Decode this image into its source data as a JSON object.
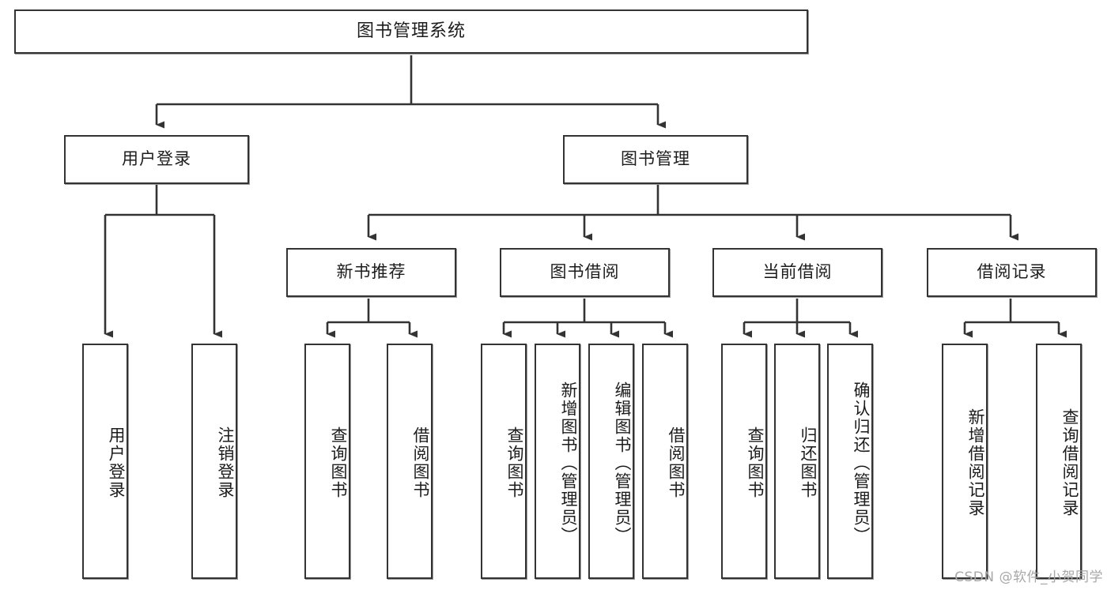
{
  "diagram": {
    "title": "图书管理系统",
    "type": "tree-hierarchy",
    "root": {
      "label": "图书管理系统"
    },
    "level2": [
      {
        "label": "用户登录"
      },
      {
        "label": "图书管理"
      }
    ],
    "level3": [
      {
        "label": "新书推荐"
      },
      {
        "label": "图书借阅"
      },
      {
        "label": "当前借阅"
      },
      {
        "label": "借阅记录"
      }
    ],
    "leaves": {
      "user_login": [
        {
          "label": "用户登录"
        },
        {
          "label": "注销登录"
        }
      ],
      "new_book_recommend": [
        {
          "label": "查询图书"
        },
        {
          "label": "借阅图书"
        }
      ],
      "book_borrow": [
        {
          "label": "查询图书"
        },
        {
          "label": "新增图书（管理员）"
        },
        {
          "label": "编辑图书（管理员）"
        },
        {
          "label": "借阅图书"
        }
      ],
      "current_borrow": [
        {
          "label": "查询图书"
        },
        {
          "label": "归还图书"
        },
        {
          "label": "确认归还（管理员）"
        }
      ],
      "borrow_record": [
        {
          "label": "新增借阅记录"
        },
        {
          "label": "查询借阅记录"
        }
      ]
    }
  },
  "watermark": {
    "text": "CSDN @软件_小贺同学"
  },
  "colors": {
    "border": "#333333",
    "background": "#ffffff",
    "text": "#1c1c1c",
    "watermark": "#a8a8a8",
    "shadow": "#9a9a9a"
  }
}
